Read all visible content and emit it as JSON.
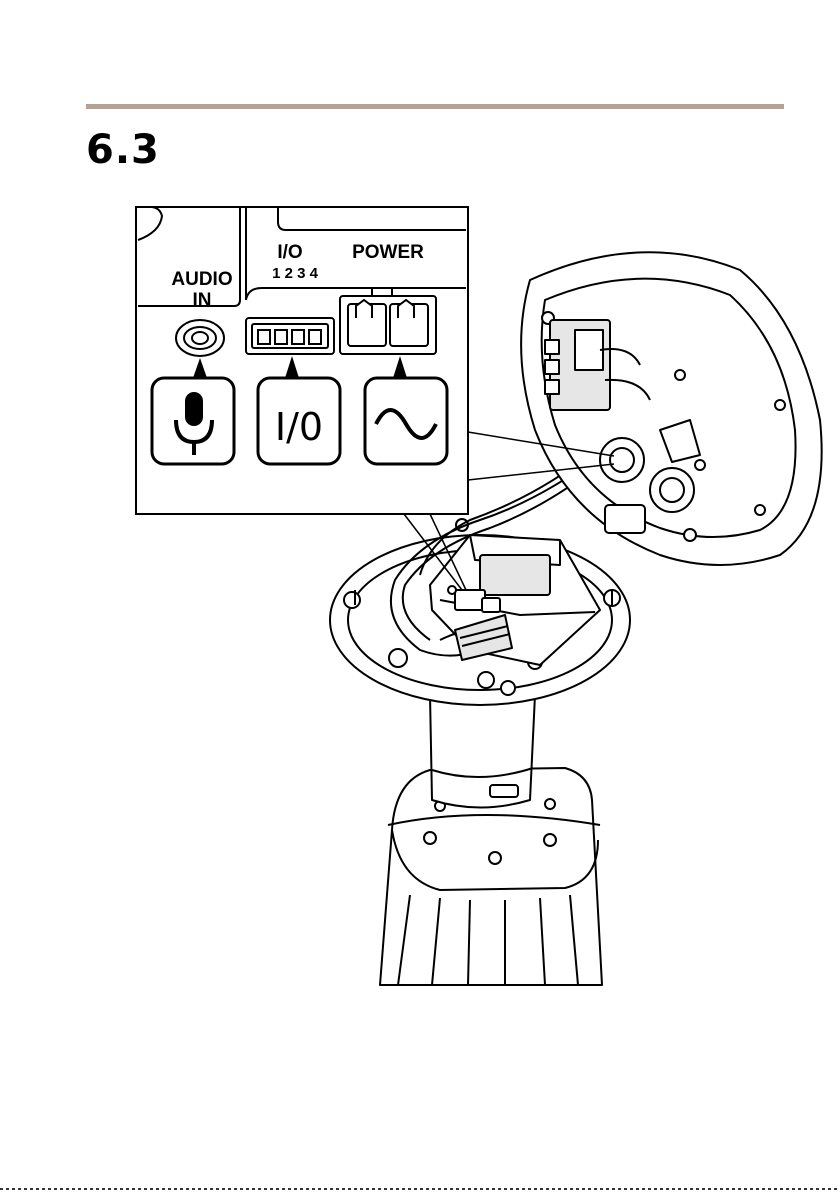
{
  "page": {
    "section_number": "6.3"
  },
  "figure": {
    "labels": {
      "audio_line1": "AUDIO",
      "audio_line2": "IN",
      "io": "I/O",
      "io_pins": "1 2 3 4",
      "power": "POWER"
    },
    "icons": {
      "audio": "microphone-icon",
      "io": "io-icon",
      "power": "ac-wave-icon"
    },
    "icon_texts": {
      "io": "I/0"
    },
    "colors": {
      "rule": "#b5a296",
      "line": "#000000",
      "fill": "#ffffff",
      "shade": "#e6e6e6"
    }
  }
}
